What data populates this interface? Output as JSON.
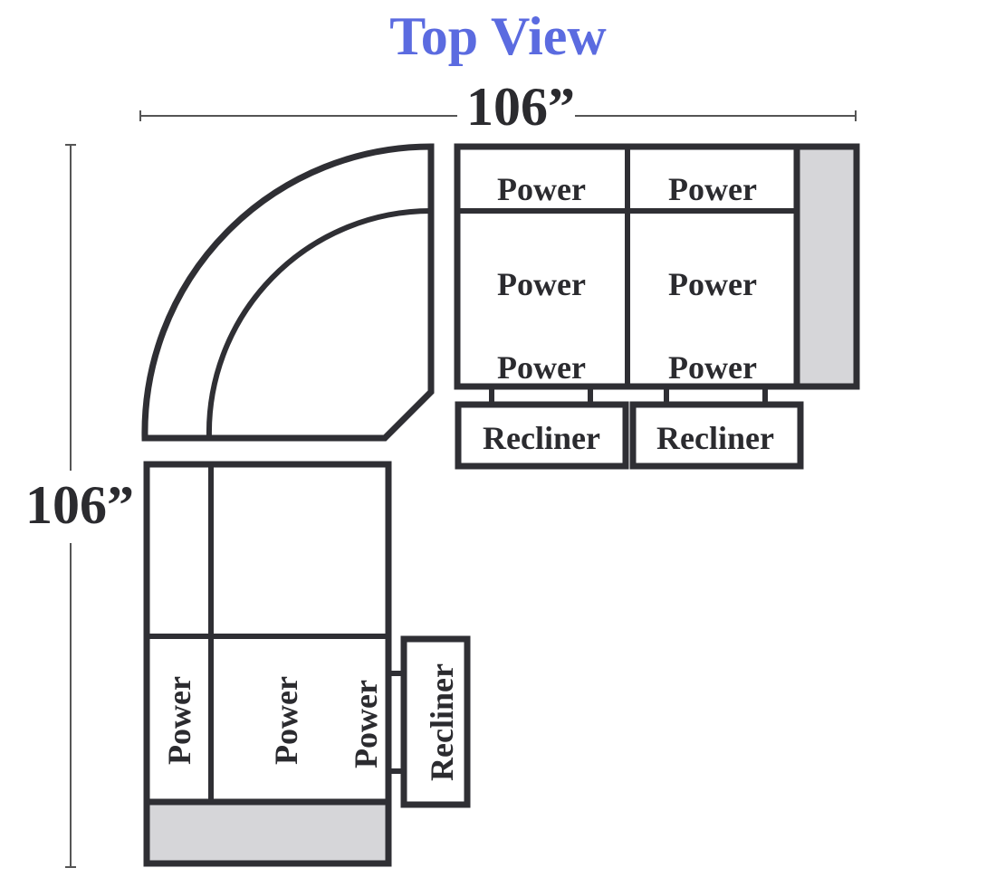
{
  "title": "Top View",
  "colors": {
    "title": "#5b6be0",
    "outline": "#2f2f34",
    "arm_fill": "#d6d6d9"
  },
  "dimensions": {
    "width_label": "106”",
    "depth_label": "106”"
  },
  "labels": {
    "power": "Power",
    "recliner": "Recliner"
  }
}
